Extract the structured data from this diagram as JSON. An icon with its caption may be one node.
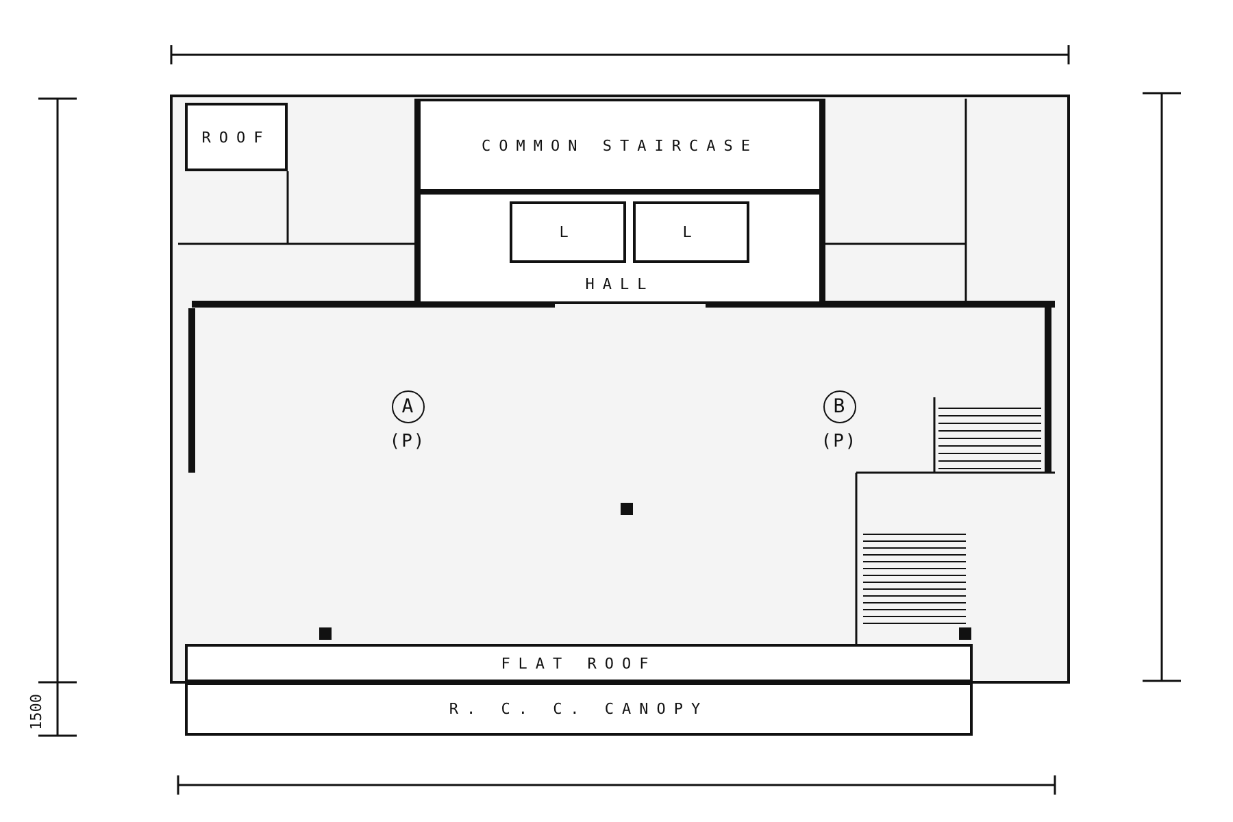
{
  "diagram": {
    "nodes": [
      {
        "text": [
          "ROOF"
        ]
      },
      {
        "text": [
          "COMMON STAIRCASE"
        ]
      },
      {
        "text": [
          "HALL"
        ]
      },
      {
        "text": [
          "L"
        ],
        "in": 2
      },
      {
        "text": [
          "L"
        ],
        "in": 2
      },
      {
        "text": [
          "A",
          "(P)"
        ]
      },
      {
        "text": [
          "B",
          "(P)"
        ]
      },
      {
        "text": [
          "FLAT ROOF"
        ]
      },
      {
        "text": [
          "R. C. C. CANOPY"
        ]
      }
    ],
    "edges": [],
    "labels": [
      "1500"
    ]
  }
}
